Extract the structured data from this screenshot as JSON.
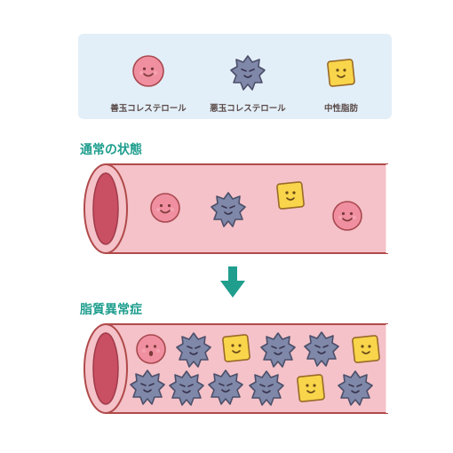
{
  "legend": {
    "items": [
      {
        "label": "善玉コレステロール",
        "icon": "good-cholesterol-face-icon",
        "color": "#f08fa0"
      },
      {
        "label": "悪玉コレステロール",
        "icon": "bad-cholesterol-spiky-face-icon",
        "color": "#7f88a8"
      },
      {
        "label": "中性脂肪",
        "icon": "triglyceride-square-face-icon",
        "color": "#f8d54a"
      }
    ]
  },
  "sections": {
    "normal": {
      "title": "通常の状態"
    },
    "dyslipidemia": {
      "title": "脂質異常症"
    }
  },
  "colors": {
    "heading": "#1f9e8e",
    "arrow": "#1f9e8e",
    "vessel": "#f4c2c8",
    "vessel_outline": "#b04a4a",
    "vessel_opening": "#c94f62"
  }
}
